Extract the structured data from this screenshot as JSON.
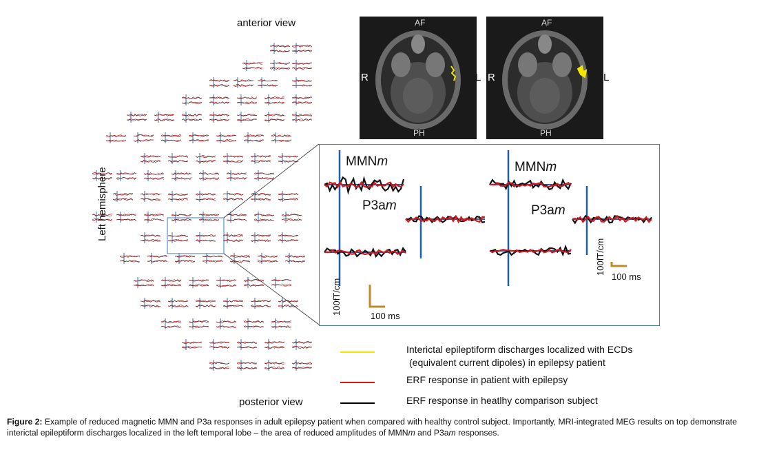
{
  "labels": {
    "anterior": "anterior view",
    "posterior": "posterior view",
    "hemisphere": "Left hemisphere"
  },
  "mri": {
    "top": "AF",
    "bottom": "PH",
    "left": "R",
    "right": "L"
  },
  "zoom": {
    "left": {
      "mmn_base": "MMN",
      "mmn_italic": "m",
      "p3_base": "P3a",
      "p3_italic": "m",
      "scale_amp": "100fT/cm",
      "scale_time": "100 ms"
    },
    "right": {
      "mmn_base": "MMN",
      "mmn_italic": "m",
      "p3_base": "P3a",
      "p3_italic": "m",
      "scale_amp": "100fT/cm",
      "scale_time": "100 ms"
    }
  },
  "legend": [
    {
      "color": "#f2e600",
      "text_line1": "Interictal epileptiform discharges localized with ECDs",
      "text_line2": "(equivalent current dipoles) in epilepsy patient"
    },
    {
      "color": "#d4161c",
      "text_line1": "ERF response in patient with epilepsy",
      "text_line2": ""
    },
    {
      "color": "#000000",
      "text_line1": "ERF response in heatlhy comparison subject",
      "text_line2": ""
    }
  ],
  "caption": {
    "label": "Figure 2:",
    "text_part1": " Example of reduced magnetic MMN and P3a responses in adult epilepsy patient when compared with healthy control subject. Importantly, MRI-integrated MEG results on top demonstrate interictal epileptiform discharges localized in the left temporal lobe – the area of reduced amplitudes of MMN",
    "italic1": "m",
    "text_part2": " and P3a",
    "italic2": "m",
    "text_part3": " responses."
  },
  "colors": {
    "red": "#d4161c",
    "black": "#111111",
    "blue": "#1f5fa8",
    "scale": "#c08a2a",
    "yellow": "#f2e600",
    "box_border": "#4a7fb8"
  }
}
